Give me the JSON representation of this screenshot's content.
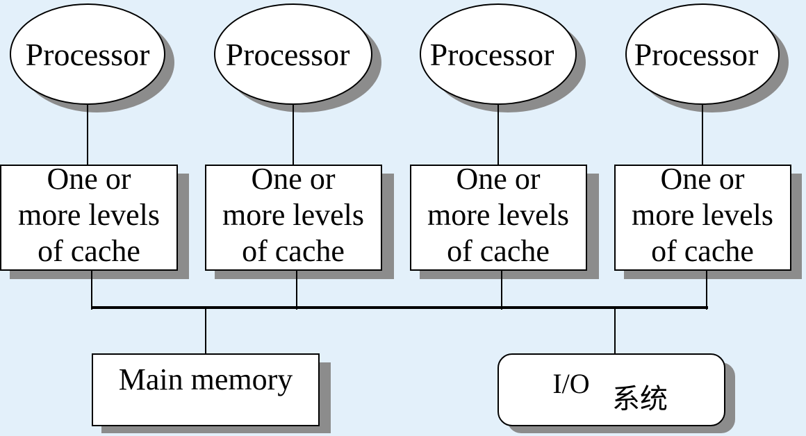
{
  "background_color": "#e3f0fa",
  "processors": [
    {
      "label": "Processor"
    },
    {
      "label": "Processor"
    },
    {
      "label": "Processor"
    },
    {
      "label": "Processor"
    }
  ],
  "caches": [
    {
      "lines": [
        "One or",
        "more levels",
        "of cache"
      ]
    },
    {
      "lines": [
        "One or",
        "more levels",
        "of cache"
      ]
    },
    {
      "lines": [
        "One or",
        "more levels",
        "of cache"
      ]
    },
    {
      "lines": [
        "One or",
        "more levels",
        "of cache"
      ]
    }
  ],
  "main_memory": {
    "label": "Main memory"
  },
  "io_system": {
    "label_latin": "I/O",
    "label_cjk": "系统"
  }
}
